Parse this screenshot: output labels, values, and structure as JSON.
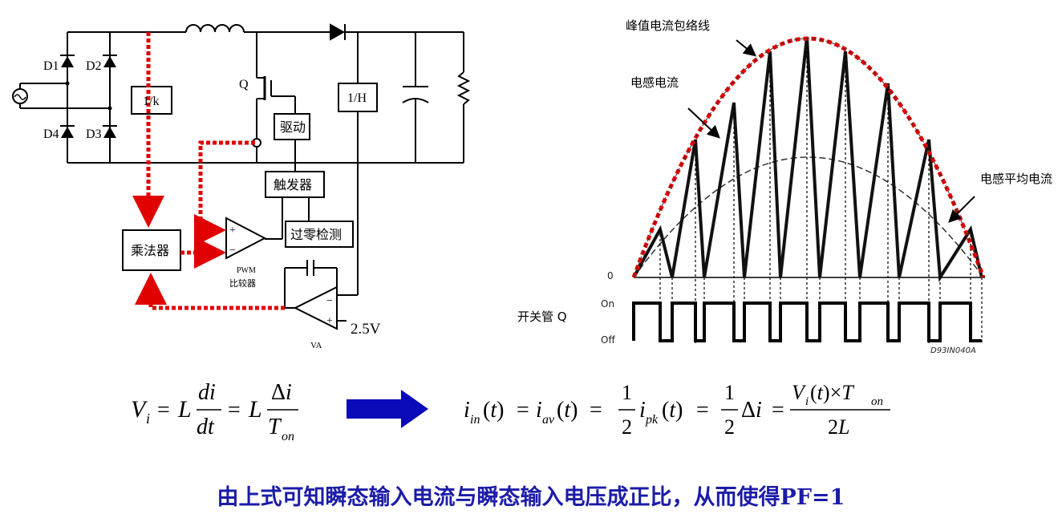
{
  "circuit": {
    "diodes": [
      "D1",
      "D2",
      "D4",
      "D3"
    ],
    "switch_label": "Q",
    "divider_label": "1/k",
    "feedback_label": "1/H",
    "driver_label": "驱动",
    "trigger_label": "触发器",
    "zero_detect_label": "过零检测",
    "multiplier_label": "乘法器",
    "comparator_label_1": "PWM",
    "comparator_label_2": "比较器",
    "amp_label": "VA",
    "ref_voltage": "2.5V"
  },
  "waveform": {
    "envelope_label": "峰值电流包络线",
    "inductor_current_label": "电感电流",
    "avg_current_label": "电感平均电流",
    "zero_label": "0",
    "switch_label": "开关管 Q",
    "on_label": "On",
    "off_label": "Off",
    "figure_code": "D93IN040A"
  },
  "equations": {
    "left": "V_i = L di/dt = L Δi/T_on",
    "right": "i_in(t) = i_av(t) = ½ i_pk(t) = ½ Δi = V_i(t)×T_on / 2L"
  },
  "conclusion": "由上式可知瞬态输入电流与瞬态输入电压成正比，从而使得PF=1",
  "colors": {
    "signal_path": "#e00000",
    "arrow": "#0a0ab8",
    "text_blue": "#1c1ca8"
  }
}
